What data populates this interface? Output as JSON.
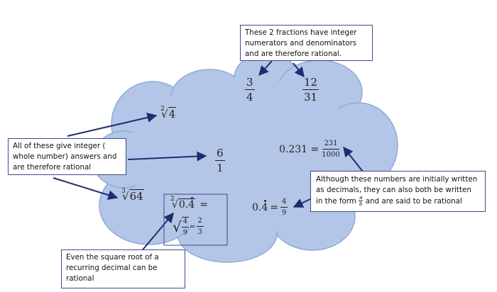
{
  "notes": {
    "top": "These 2 fractions have integer numerators and denominators and are therefore rational.",
    "left": "All of these give integer ( whole number) answers and are therefore rational",
    "right_pre": "Although these numbers are initially written as decimals, they can also both be written in the form",
    "right_frac_num": "a",
    "right_frac_den": "b",
    "right_post": "and are said to be rational",
    "bottom": "Even the square root of a recurring decimal can be rational"
  },
  "math": {
    "frac1": {
      "num": "3",
      "den": "4"
    },
    "frac2": {
      "num": "12",
      "den": "31"
    },
    "frac3": {
      "num": "6",
      "den": "1"
    },
    "root4": {
      "index": "2",
      "radicand": "4"
    },
    "root64": {
      "index": "3",
      "radicand": "64"
    },
    "dec_lhs": "0.231 =",
    "dec_frac": {
      "num": "231",
      "den": "1000"
    },
    "rec_lhs_int": "0.",
    "rec_lhs_digit": "4",
    "rec_eq": "=",
    "rec_frac": {
      "num": "4",
      "den": "9"
    },
    "sqrt_box": {
      "index1": "2",
      "radicand_int": "0.",
      "radicand_digit": "4",
      "eq": "=",
      "index2": "2",
      "inner_frac": {
        "num": "4",
        "den": "9"
      },
      "eq2": "=",
      "result": {
        "num": "2",
        "den": "3"
      }
    }
  },
  "colors": {
    "cloud_fill": "#b4c6e7",
    "cloud_stroke": "#8ea9db",
    "arrow": "#1f2c6e",
    "box_border": "#3e4a8a"
  }
}
